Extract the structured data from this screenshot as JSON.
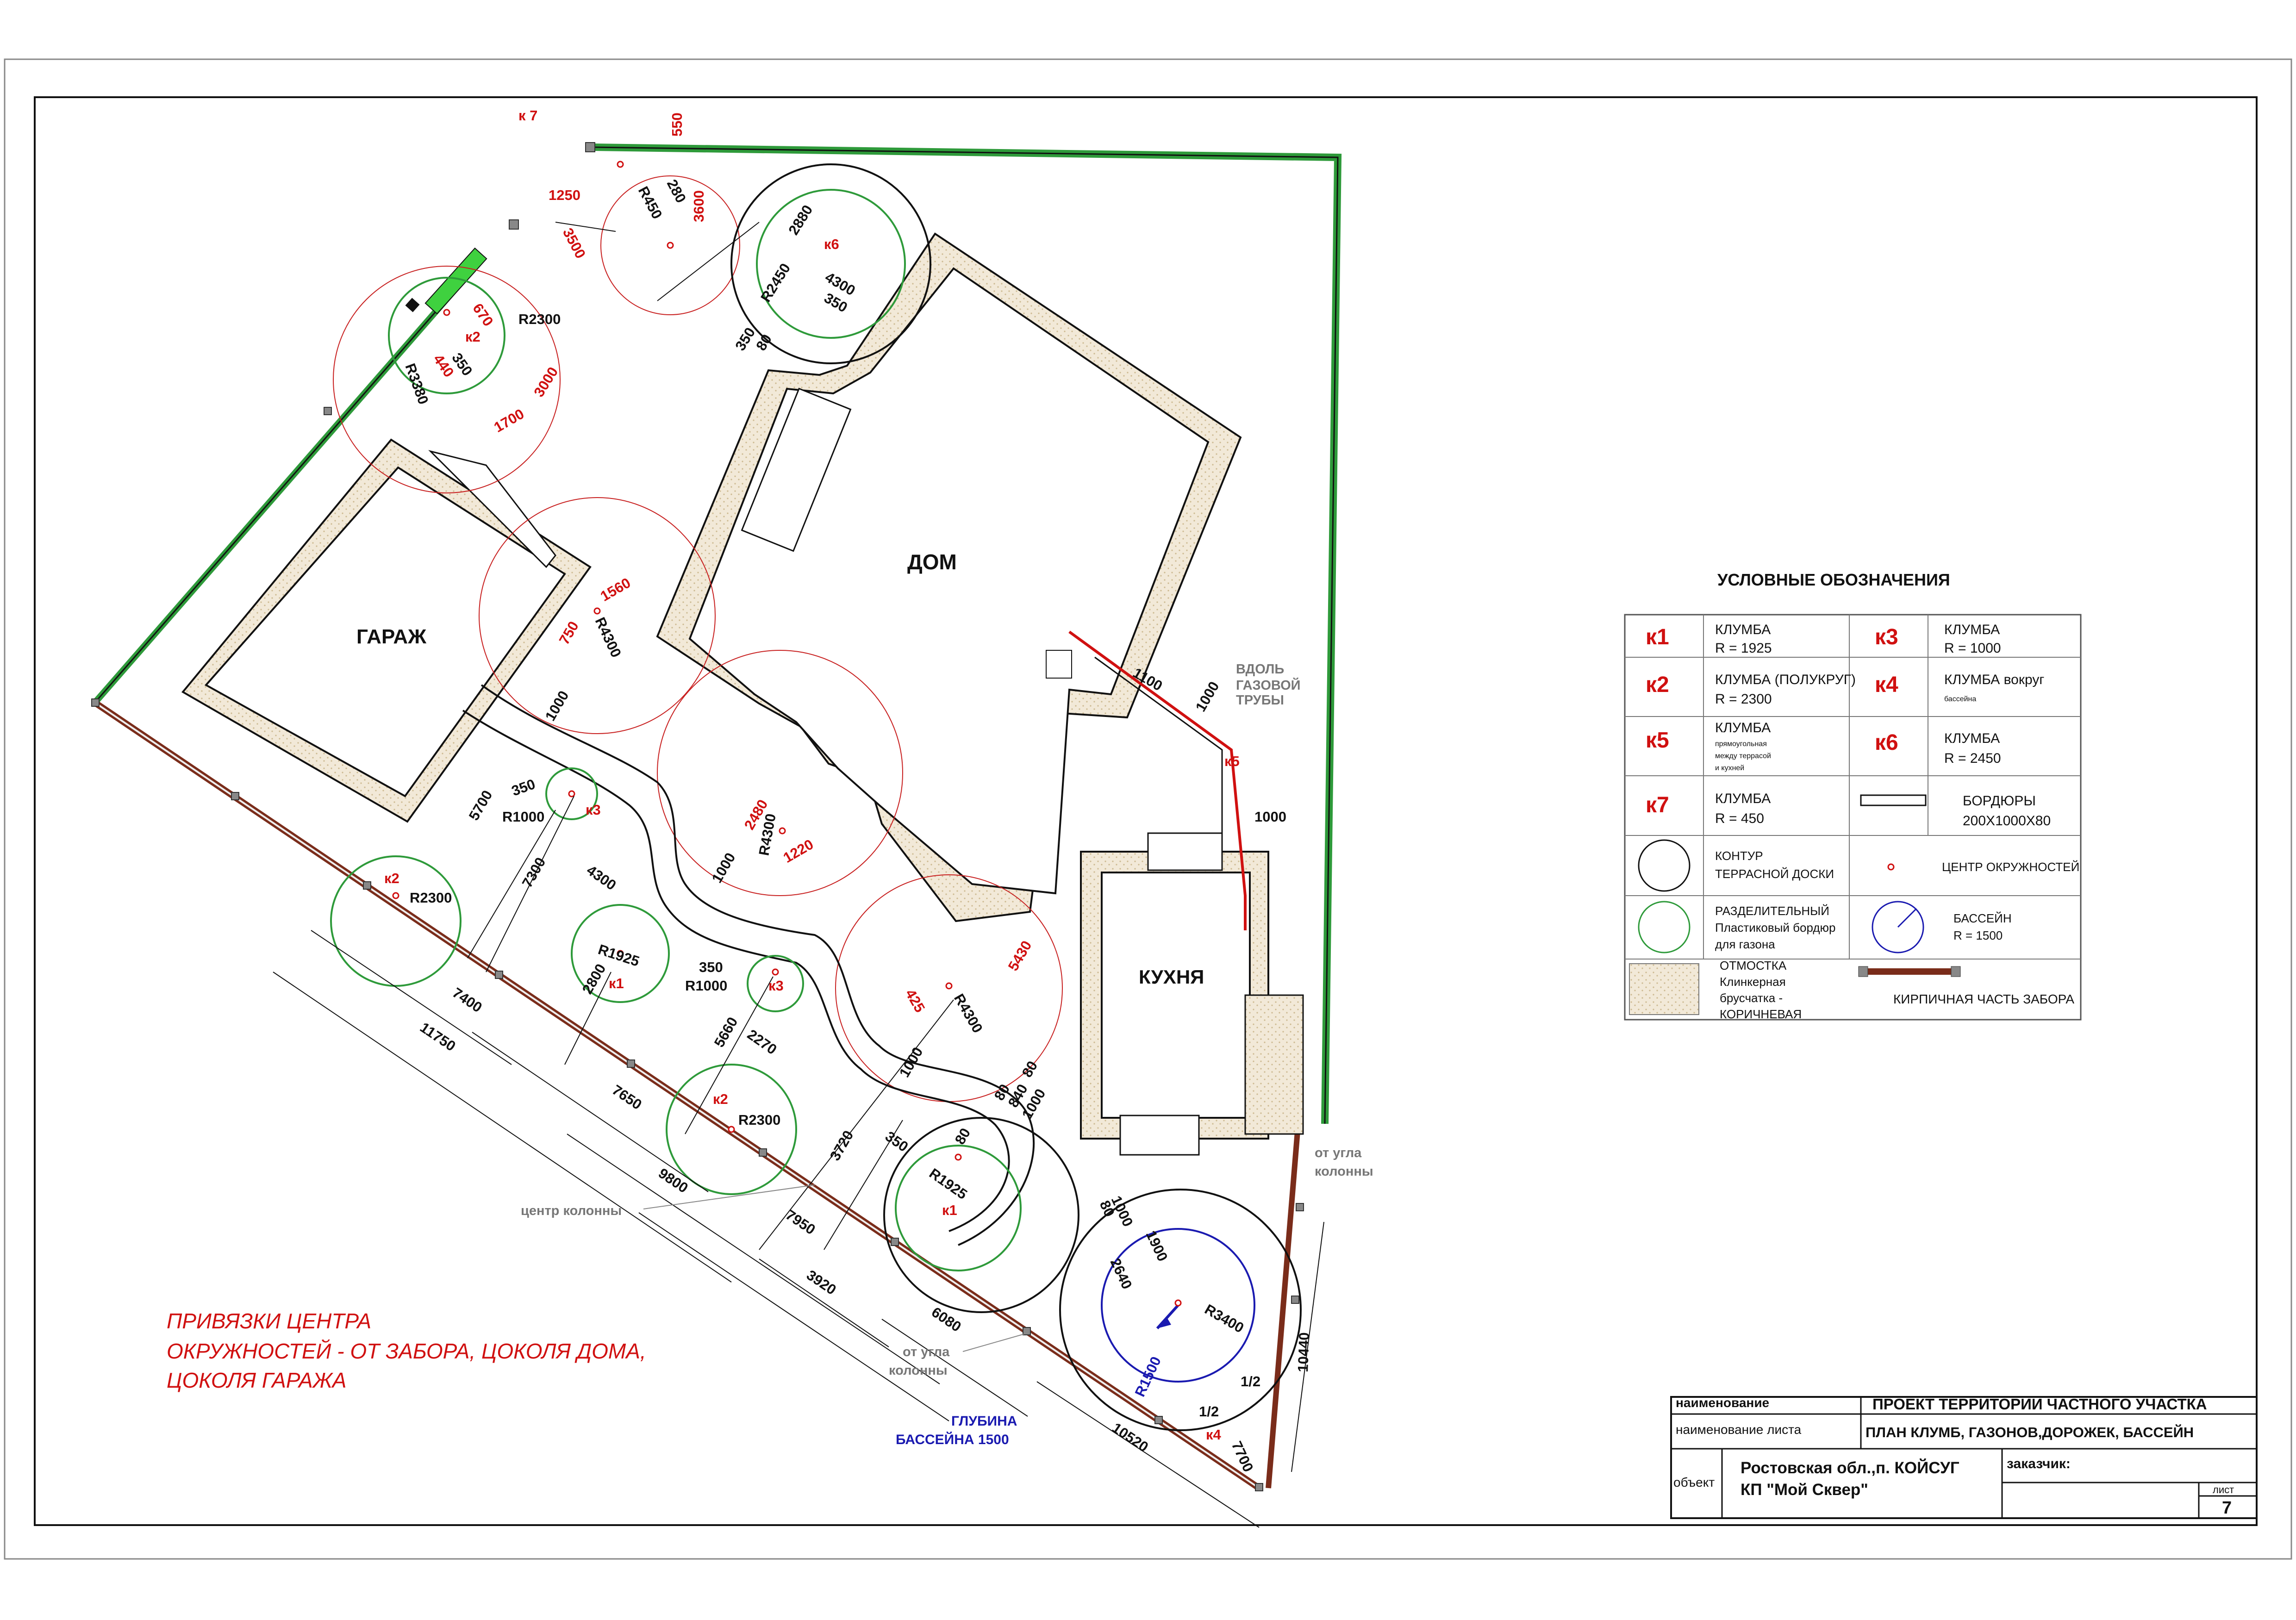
{
  "plan": {
    "house": "ДОМ",
    "garage": "ГАРАЖ",
    "kitchen": "КУХНЯ",
    "gas_note": [
      "ВДОЛЬ",
      "ГАЗОВОЙ",
      "ТРУБЫ"
    ],
    "column_center": "центр колонны",
    "corner_note_1": [
      "от угла",
      "колонны"
    ],
    "corner_note_2": [
      "от угла",
      "колонны"
    ],
    "pool_depth": [
      "ГЛУБИНА",
      "БАССЕЙНА 1500"
    ],
    "binding_note": [
      "ПРИВЯЗКИ ЦЕНТРА",
      "ОКРУЖНОСТЕЙ - ОТ ЗАБОРА, ЦОКОЛЯ ДОМА,",
      "ЦОКОЛЯ ГАРАЖА"
    ],
    "bed_labels": {
      "k7": "к 7",
      "k6": "к6",
      "k2a": "к2",
      "k2b": "к2",
      "k2c": "к2",
      "k3a": "к3",
      "k3b": "к3",
      "k1a": "к1",
      "k1b": "к1",
      "k5": "к5",
      "k4": "к4"
    },
    "dims": {
      "d550": "550",
      "d280": "280",
      "r450": "R450",
      "d1250": "1250",
      "d3600": "3600",
      "d3500": "3500",
      "d2880": "2880",
      "r2450": "R2450",
      "d4300a": "4300",
      "d350a": "350",
      "d350b": "350",
      "d80a": "80",
      "d670": "670",
      "r2300a": "R2300",
      "d350c": "350",
      "d440": "440",
      "r3380": "R3380",
      "d3000": "3000",
      "d1700": "1700",
      "d1560": "1560",
      "d750": "750",
      "r4300a": "R4300",
      "d1000a": "1000",
      "d350d": "350",
      "r1000a": "R1000",
      "d5700": "5700",
      "d7300": "7300",
      "d4300b": "4300",
      "d2480": "2480",
      "r4300b": "R4300",
      "d1220": "1220",
      "d1000b": "1000",
      "r2300b": "R2300",
      "r1925a": "R1925",
      "d2800": "2800",
      "d350e": "350",
      "r1000b": "R1000",
      "d5660": "5660",
      "d2270": "2270",
      "d7400": "7400",
      "d11750": "11750",
      "d7650": "7650",
      "r2300c": "R2300",
      "d9800": "9800",
      "d3720": "3720",
      "d350f": "350",
      "d7950": "7950",
      "d3920": "3920",
      "d6080": "6080",
      "r1925b": "R1925",
      "d80b": "80",
      "d1000c": "1000",
      "d80c": "80",
      "d840": "840",
      "d80d": "80",
      "d1000d": "1000",
      "d425": "425",
      "r4300c": "R4300",
      "d5430": "5430",
      "d1000e": "1000",
      "d1100": "1100",
      "d1000f": "1000",
      "d1000g": "1000",
      "d1000h": "1000",
      "d80e": "80",
      "d1900": "1900",
      "d2640": "2640",
      "r3400": "R3400",
      "r1500": "R1500",
      "d10440": "10440",
      "d7700": "7700",
      "half1": "1/2",
      "half2": "1/2",
      "d10520": "10520"
    }
  },
  "legend": {
    "title": "УСЛОВНЫЕ ОБОЗНАЧЕНИЯ",
    "rows": [
      {
        "code": "к1",
        "text": [
          "КЛУМБА",
          "R = 1925"
        ]
      },
      {
        "code": "к3",
        "text": [
          "КЛУМБА",
          "R = 1000"
        ]
      },
      {
        "code": "к2",
        "text": [
          "КЛУМБА (ПОЛУКРУГ)",
          "R = 2300"
        ]
      },
      {
        "code": "к4",
        "text": [
          "КЛУМБА вокруг",
          "бассейна"
        ]
      },
      {
        "code": "к5",
        "text": [
          "КЛУМБА",
          "прямоугольная",
          "между террасой",
          "и кухней"
        ]
      },
      {
        "code": "к6",
        "text": [
          "КЛУМБА",
          "R = 2450"
        ]
      },
      {
        "code": "к7",
        "text": [
          "КЛУМБА",
          "R = 450"
        ]
      },
      {
        "code": "",
        "text": [
          "БОРДЮРЫ",
          "200Х1000Х80"
        ]
      },
      {
        "code": "",
        "text": [
          "КОНТУР",
          "ТЕРРАСНОЙ ДОСКИ"
        ]
      },
      {
        "code": "",
        "text": [
          "ЦЕНТР ОКРУЖНОСТЕЙ"
        ]
      },
      {
        "code": "",
        "text": [
          "РАЗДЕЛИТЕЛЬНЫЙ",
          "Пластиковый бордюр",
          "для газона"
        ]
      },
      {
        "code": "",
        "text": [
          "БАССЕЙН",
          "R = 1500"
        ]
      },
      {
        "code": "",
        "text": [
          "ОТМОСТКА",
          "Клинкерная",
          "брусчатка -",
          "КОРИЧНЕВАЯ"
        ]
      },
      {
        "code": "",
        "text": [
          "КИРПИЧНАЯ ЧАСТЬ ЗАБОРА"
        ]
      }
    ]
  },
  "title_block": {
    "label_name": "наименование",
    "project": "ПРОЕКТ ТЕРРИТОРИИ ЧАСТНОГО УЧАСТКА",
    "label_sheet_name": "наименование листа",
    "sheet_title": "ПЛАН КЛУМБ, ГАЗОНОВ,ДОРОЖЕК, БАССЕЙН",
    "label_object": "объект",
    "object_line1": "Ростовская обл.,п. КОЙСУГ",
    "object_line2": "КП \"Мой Сквер\"",
    "label_customer": "заказчик:",
    "label_list": "лист",
    "sheet_number": "7"
  },
  "colors": {
    "dimension_red": "#d01010",
    "lawn_border_green": "#2e9a3a",
    "pool_blue": "#1a1ab0",
    "paving": "#efe6d4"
  }
}
